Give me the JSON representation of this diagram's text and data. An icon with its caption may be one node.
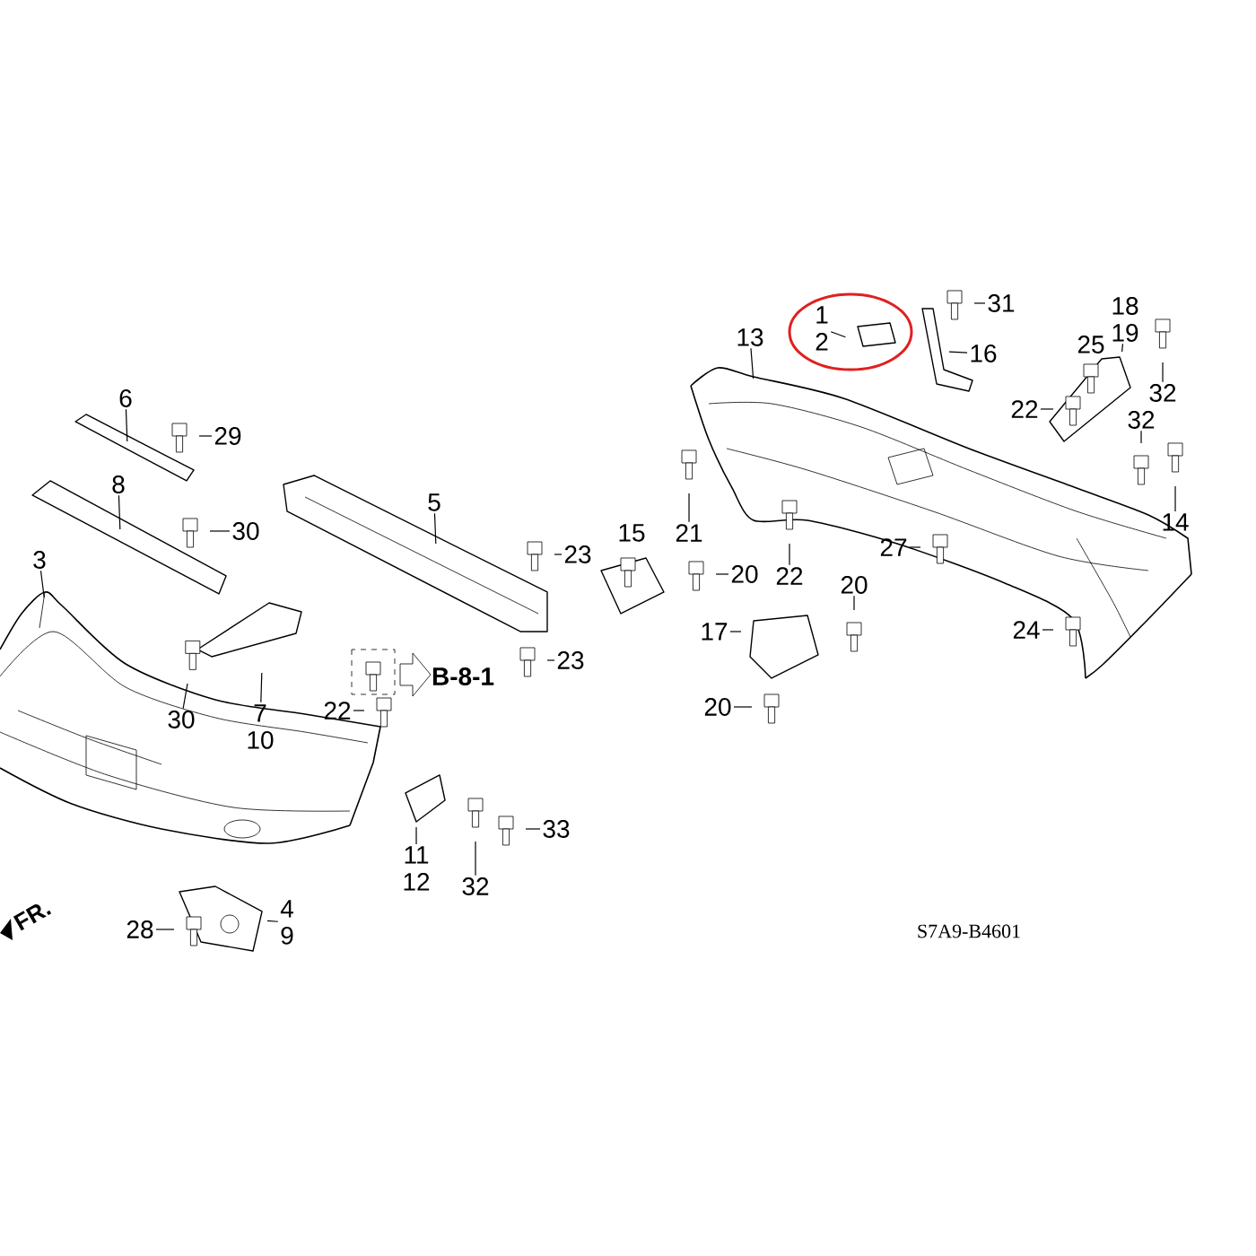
{
  "diagram": {
    "nodes": [
      {
        "text": [
          "1",
          "2"
        ]
      },
      {
        "text": [
          "31"
        ]
      },
      {
        "text": [
          "18",
          "19"
        ]
      },
      {
        "text": [
          "13"
        ]
      },
      {
        "text": [
          "16"
        ]
      },
      {
        "text": [
          "32"
        ]
      },
      {
        "text": [
          "6"
        ]
      },
      {
        "text": [
          "22"
        ]
      },
      {
        "text": [
          "32"
        ]
      },
      {
        "text": [
          "29"
        ]
      },
      {
        "text": [
          "8"
        ]
      },
      {
        "text": [
          "5"
        ]
      },
      {
        "text": [
          "14"
        ]
      },
      {
        "text": [
          "30"
        ]
      },
      {
        "text": [
          "21"
        ]
      },
      {
        "text": [
          "27"
        ]
      },
      {
        "text": [
          "23"
        ]
      },
      {
        "text": [
          "3"
        ]
      },
      {
        "text": [
          "20"
        ]
      },
      {
        "text": [
          "22"
        ]
      },
      {
        "text": [
          "20"
        ]
      },
      {
        "text": [
          "17"
        ]
      },
      {
        "text": [
          "24"
        ]
      },
      {
        "text": [
          "23"
        ]
      },
      {
        "text": [
          "30"
        ]
      },
      {
        "text": [
          "7",
          "10"
        ]
      },
      {
        "text": [
          "22"
        ]
      },
      {
        "text": [
          "20"
        ]
      },
      {
        "text": [
          "33"
        ]
      },
      {
        "text": [
          "11",
          "12"
        ]
      },
      {
        "text": [
          "32"
        ]
      },
      {
        "text": [
          "4",
          "9"
        ]
      },
      {
        "text": [
          "28"
        ]
      }
    ],
    "edges": [
      {
        "from": 0,
        "to": null,
        "arrow": "none"
      },
      {
        "from": 1,
        "to": null,
        "arrow": "none"
      },
      {
        "from": 2,
        "to": null,
        "arrow": "none"
      },
      {
        "from": 3,
        "to": null,
        "arrow": "none"
      },
      {
        "from": 4,
        "to": null,
        "arrow": "none"
      },
      {
        "from": 5,
        "to": null,
        "arrow": "none"
      },
      {
        "from": 6,
        "to": null,
        "arrow": "none"
      },
      {
        "from": 7,
        "to": null,
        "arrow": "none"
      },
      {
        "from": 8,
        "to": null,
        "arrow": "none"
      },
      {
        "from": 9,
        "to": null,
        "arrow": "none"
      },
      {
        "from": 10,
        "to": null,
        "arrow": "none"
      },
      {
        "from": 11,
        "to": null,
        "arrow": "none"
      },
      {
        "from": 12,
        "to": null,
        "arrow": "none"
      },
      {
        "from": 13,
        "to": null,
        "arrow": "none"
      },
      {
        "from": 14,
        "to": null,
        "arrow": "none"
      },
      {
        "from": 15,
        "to": null,
        "arrow": "none"
      },
      {
        "from": 16,
        "to": null,
        "arrow": "none"
      },
      {
        "from": 17,
        "to": null,
        "arrow": "none"
      },
      {
        "from": 18,
        "to": null,
        "arrow": "none"
      },
      {
        "from": 19,
        "to": null,
        "arrow": "none"
      },
      {
        "from": 20,
        "to": null,
        "arrow": "none"
      },
      {
        "from": 21,
        "to": null,
        "arrow": "none"
      },
      {
        "from": 22,
        "to": null,
        "arrow": "none"
      },
      {
        "from": 23,
        "to": null,
        "arrow": "none"
      },
      {
        "from": 24,
        "to": null,
        "arrow": "none"
      },
      {
        "from": 25,
        "to": null,
        "arrow": "none"
      },
      {
        "from": 26,
        "to": null,
        "arrow": "none"
      },
      {
        "from": 27,
        "to": null,
        "arrow": "none"
      },
      {
        "from": 28,
        "to": null,
        "arrow": "none"
      },
      {
        "from": 29,
        "to": null,
        "arrow": "none"
      },
      {
        "from": 30,
        "to": null,
        "arrow": "none"
      },
      {
        "from": 31,
        "to": null,
        "arrow": "none"
      },
      {
        "from": 32,
        "to": null,
        "arrow": "none"
      }
    ],
    "labels": [
      "25",
      "15",
      "B-8-1",
      "FR.",
      "S7A9-B4601"
    ]
  }
}
